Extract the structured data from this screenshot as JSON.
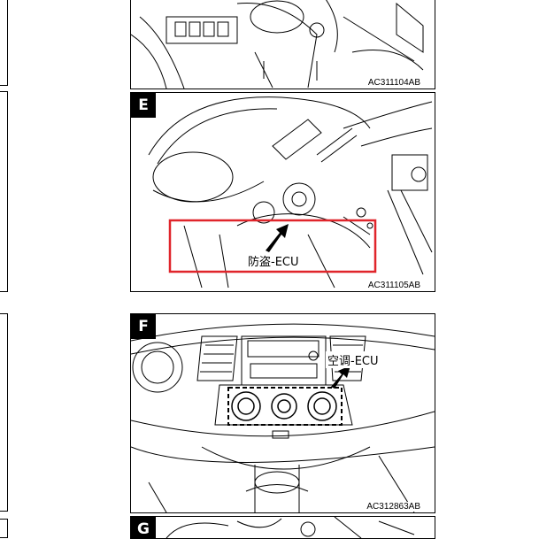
{
  "panels": [
    {
      "label": "",
      "code": "AC311104AB"
    },
    {
      "label": "E",
      "code": "AC311105AB",
      "callout": "防盗-ECU"
    },
    {
      "label": "F",
      "code": "AC312863AB",
      "callout": "空调-ECU"
    },
    {
      "label": "G",
      "code": ""
    }
  ],
  "colors": {
    "highlight_box": "#e0252b",
    "line": "#000000"
  }
}
